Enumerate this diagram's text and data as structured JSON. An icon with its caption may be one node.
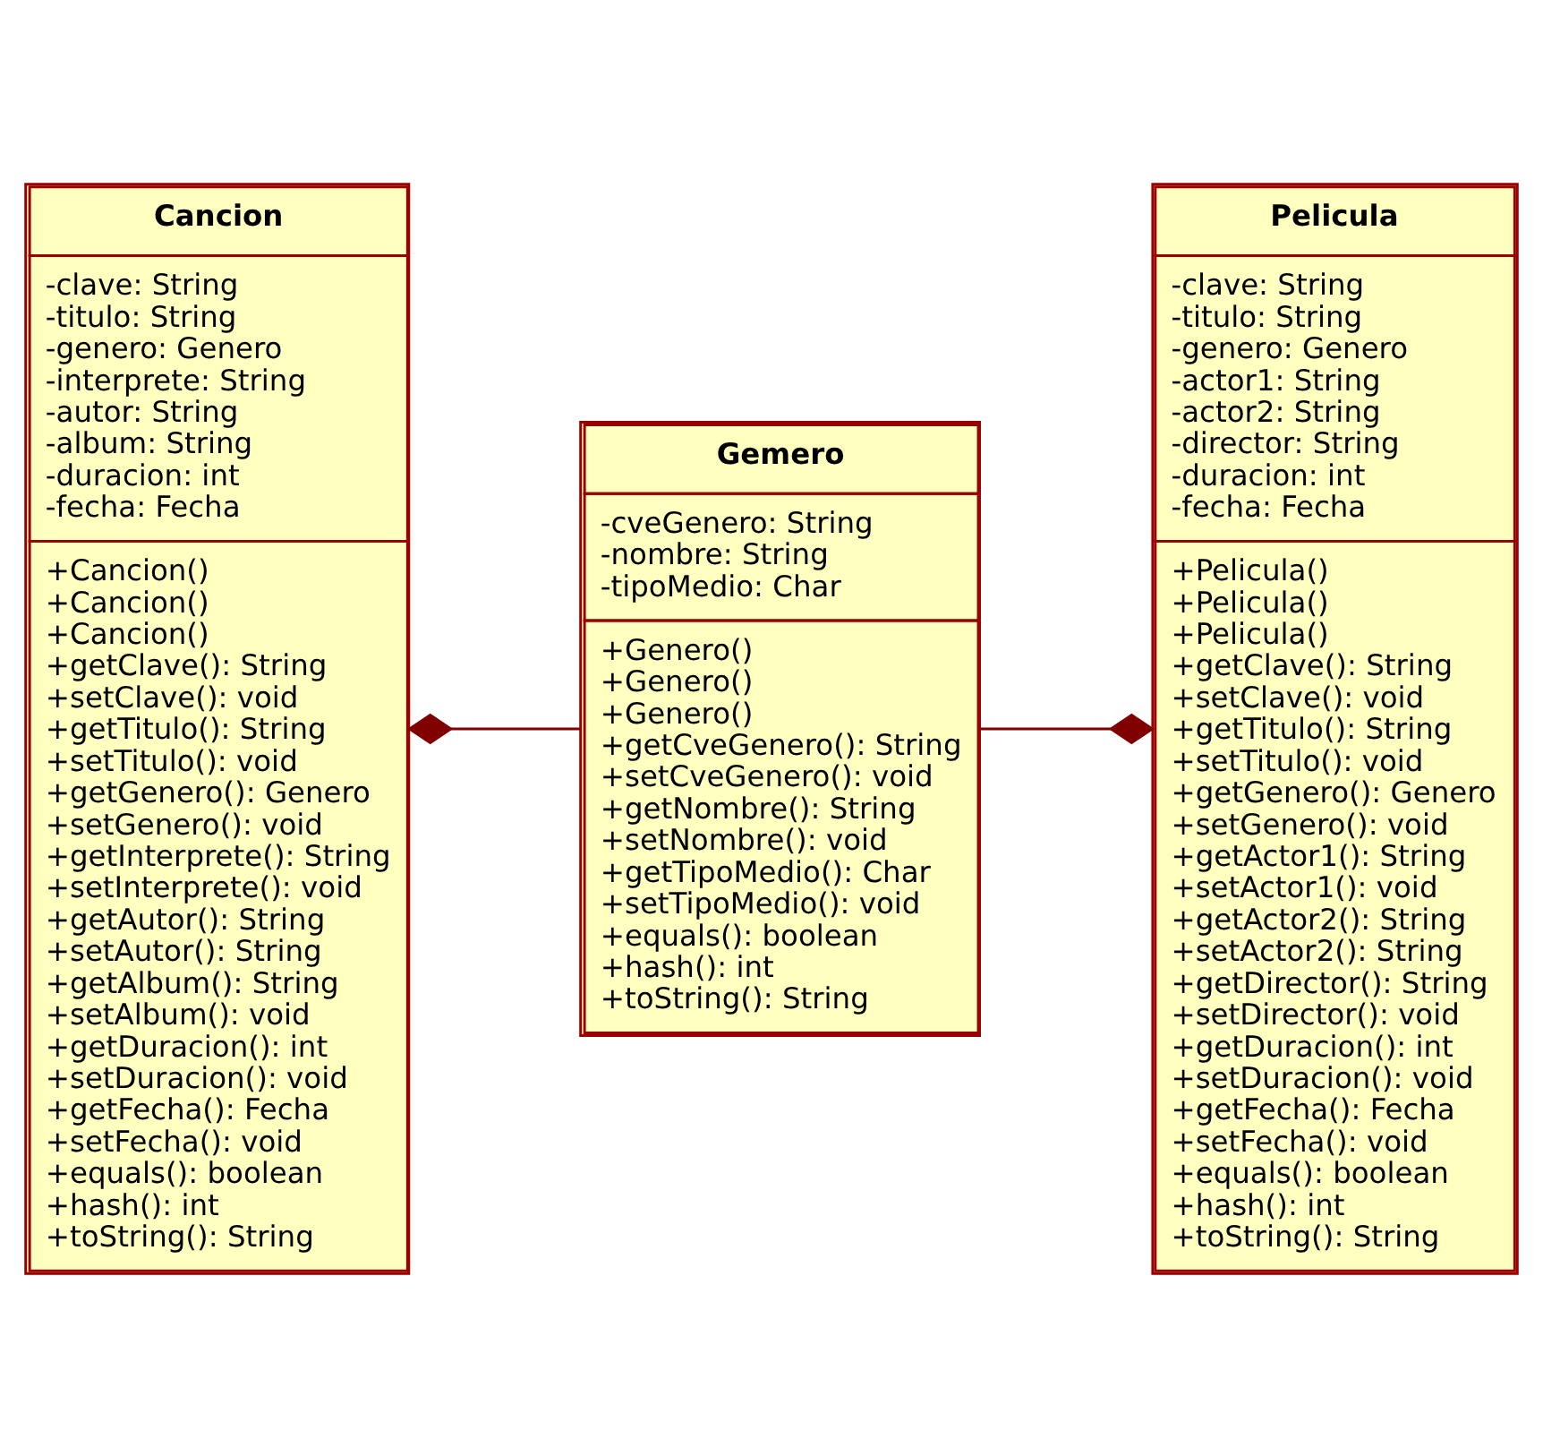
{
  "diagram": {
    "nodes": [
      {
        "text": [
          "Cancion",
          "-clave: String -titulo: String -genero: Genero -interprete: String -autor: String -album: String -duracion: int -fecha: Fecha",
          "+Cancion() +Cancion() +Cancion() +getClave(): String +setClave(): void +getTitulo(): String +setTitulo(): void +getGenero(): Genero +setGenero(): void +getInterprete(): String +setInterprete(): void +getAutor(): String +setAutor(): String +getAlbum(): String +setAlbum(): void +getDuracion(): int +setDuracion(): void +getFecha(): Fecha +setFecha(): void +equals(): boolean +hash(): int +toString(): String"
        ]
      },
      {
        "text": [
          "Gemero",
          "-cveGenero: String -nombre: String -tipoMedio: Char",
          "+Genero() +Genero() +Genero() +getCveGenero(): String +setCveGenero(): void +getNombre(): String +setNombre(): void +getTipoMedio(): Char +setTipoMedio(): void +equals(): boolean +hash(): int +toString(): String"
        ]
      },
      {
        "text": [
          "Pelicula",
          "-clave: String -titulo: String -genero: Genero -actor1: String -actor2: String -director: String -duracion: int -fecha: Fecha",
          "+Pelicula() +Pelicula() +Pelicula() +getClave(): String +setClave(): void +getTitulo(): String +setTitulo(): void +getGenero(): Genero +setGenero(): void +getActor1(): String +setActor1(): void +getActor2(): String +setActor2(): String +getDirector(): String +setDirector(): void +getDuracion(): int +setDuracion(): void +getFecha(): Fecha +setFecha(): void +equals(): boolean +hash(): int +toString(): String"
        ]
      }
    ],
    "edges": [
      {
        "from": 0,
        "to": 1,
        "arrow": "other"
      },
      {
        "from": 2,
        "to": 1,
        "arrow": "other"
      }
    ]
  }
}
